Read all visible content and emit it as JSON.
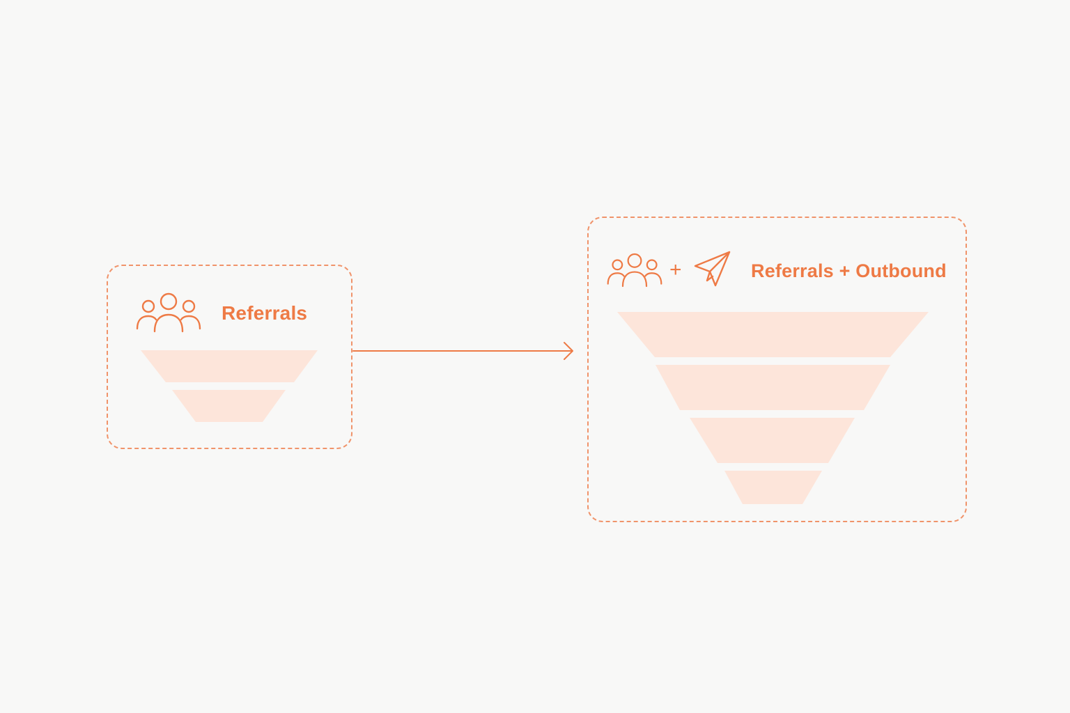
{
  "colors": {
    "accent": "#ee7a45",
    "border": "#f0936a",
    "funnel_fill": "#fde5da",
    "background": "#f8f8f7"
  },
  "left_panel": {
    "icon": "people-group-icon",
    "label": "Referrals",
    "funnel_stages": 2
  },
  "right_panel": {
    "icons": [
      "people-group-icon",
      "paper-plane-icon"
    ],
    "plus": "+",
    "label": "Referrals + Outbound",
    "funnel_stages": 4
  },
  "connector": {
    "icon": "arrow-right-icon"
  }
}
